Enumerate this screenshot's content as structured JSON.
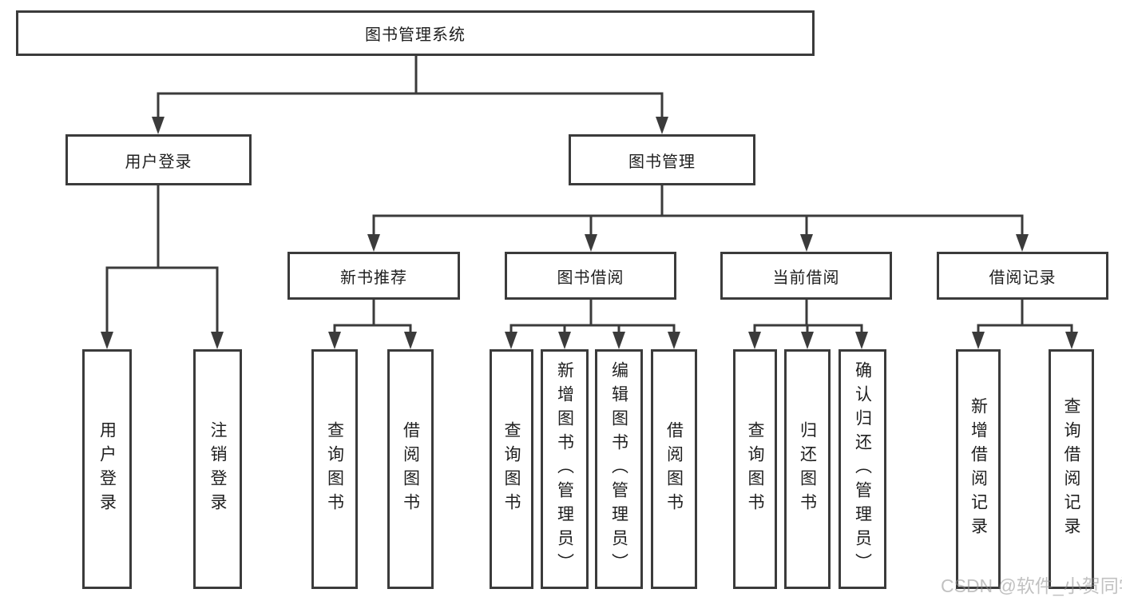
{
  "nodes": {
    "root": "图书管理系统",
    "user_login": "用户登录",
    "book_mgmt": "图书管理",
    "new_books": "新书推荐",
    "book_borrow": "图书借阅",
    "current_borrow": "当前借阅",
    "borrow_records": "借阅记录",
    "leaves": {
      "user_login": [
        "用户登录",
        "注销登录"
      ],
      "new_books": [
        "查询图书",
        "借阅图书"
      ],
      "book_borrow": [
        "查询图书",
        "新增图书（管理员）",
        "编辑图书（管理员）",
        "借阅图书"
      ],
      "current_borrow": [
        "查询图书",
        "归还图书",
        "确认归还（管理员）"
      ],
      "borrow_records": [
        "新增借阅记录",
        "查询借阅记录"
      ]
    }
  },
  "watermark": "CSDN @软件_小贺同学",
  "colors": {
    "line": "#3b3b3b",
    "text": "#1f1f1f",
    "watermark": "#8e8e8e",
    "background": "#ffffff"
  }
}
